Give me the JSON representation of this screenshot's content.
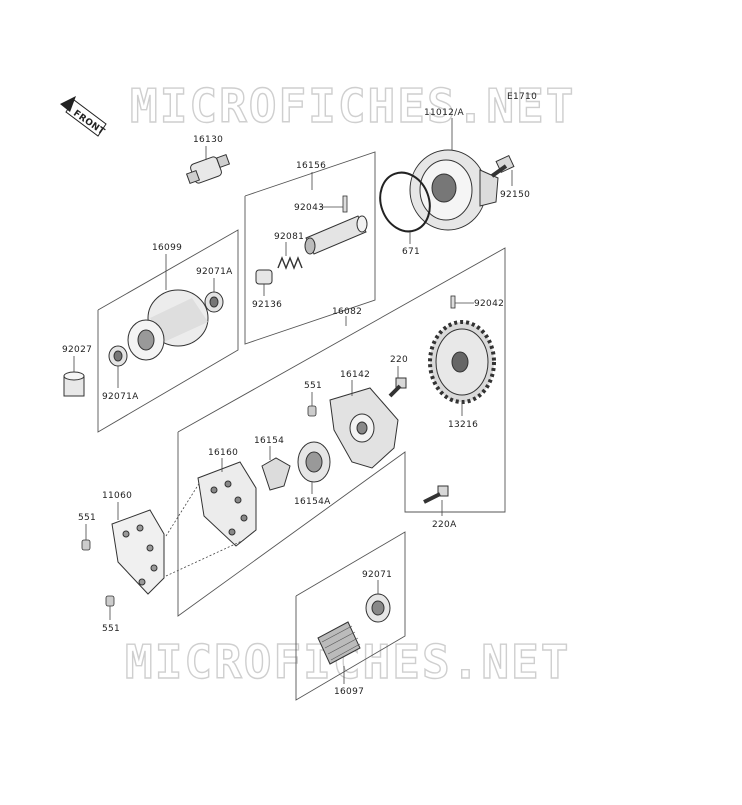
{
  "watermark": {
    "top": "MICROFICHES.NET",
    "bottom": "MICROFICHES.NET"
  },
  "diagram_code": "E1710",
  "front_marker": "FRONT",
  "parts": {
    "p16130": "16130",
    "p16156": "16156",
    "p11012A": "11012/A",
    "p92150": "92150",
    "p92043": "92043",
    "p92081": "92081",
    "p92136": "92136",
    "p671": "671",
    "p16099": "16099",
    "p92071A_top": "92071A",
    "p92071A_bot": "92071A",
    "p92027": "92027",
    "p16082": "16082",
    "p92042": "92042",
    "p220": "220",
    "p551_top": "551",
    "p16142": "16142",
    "p13216": "13216",
    "p16160": "16160",
    "p16154": "16154",
    "p16154A": "16154A",
    "p11060": "11060",
    "p551_left": "551",
    "p551_bottom": "551",
    "p220A": "220A",
    "p92071": "92071",
    "p16097": "16097"
  }
}
